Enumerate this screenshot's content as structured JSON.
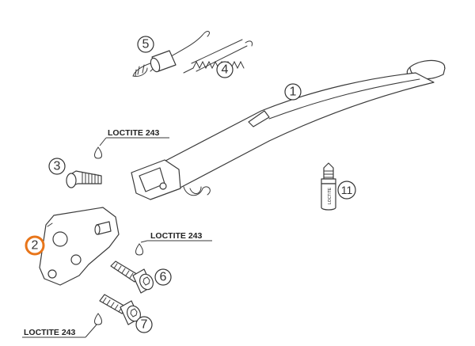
{
  "callouts": {
    "c1": "1",
    "c2": "2",
    "c3": "3",
    "c4": "4",
    "c5": "5",
    "c6": "6",
    "c7": "7",
    "c11": "11"
  },
  "loctite": {
    "l1": "LOCTITE 243",
    "l2": "LOCTITE 243",
    "l3": "LOCTITE 243"
  },
  "tube_label": "LOCTITE",
  "colors": {
    "line": "#3a3a3a",
    "highlight": "#e8751a"
  }
}
